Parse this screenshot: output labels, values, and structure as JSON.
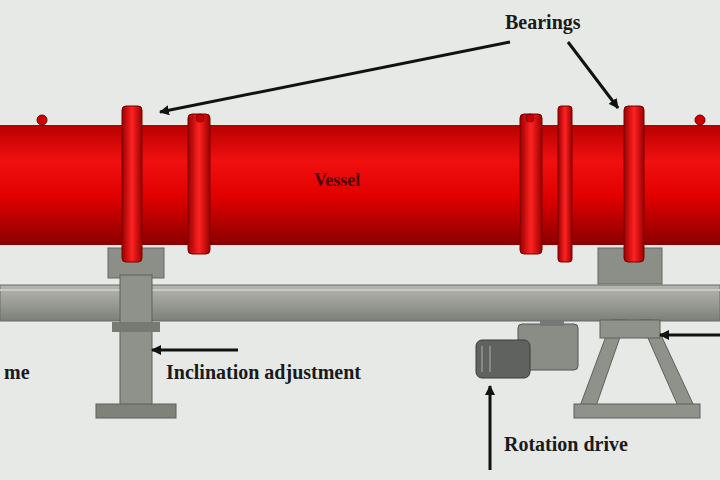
{
  "diagram": {
    "labels": [
      "Bearings",
      "Vessel",
      "me",
      "Inclination adjustment",
      "Rotation drive"
    ]
  }
}
